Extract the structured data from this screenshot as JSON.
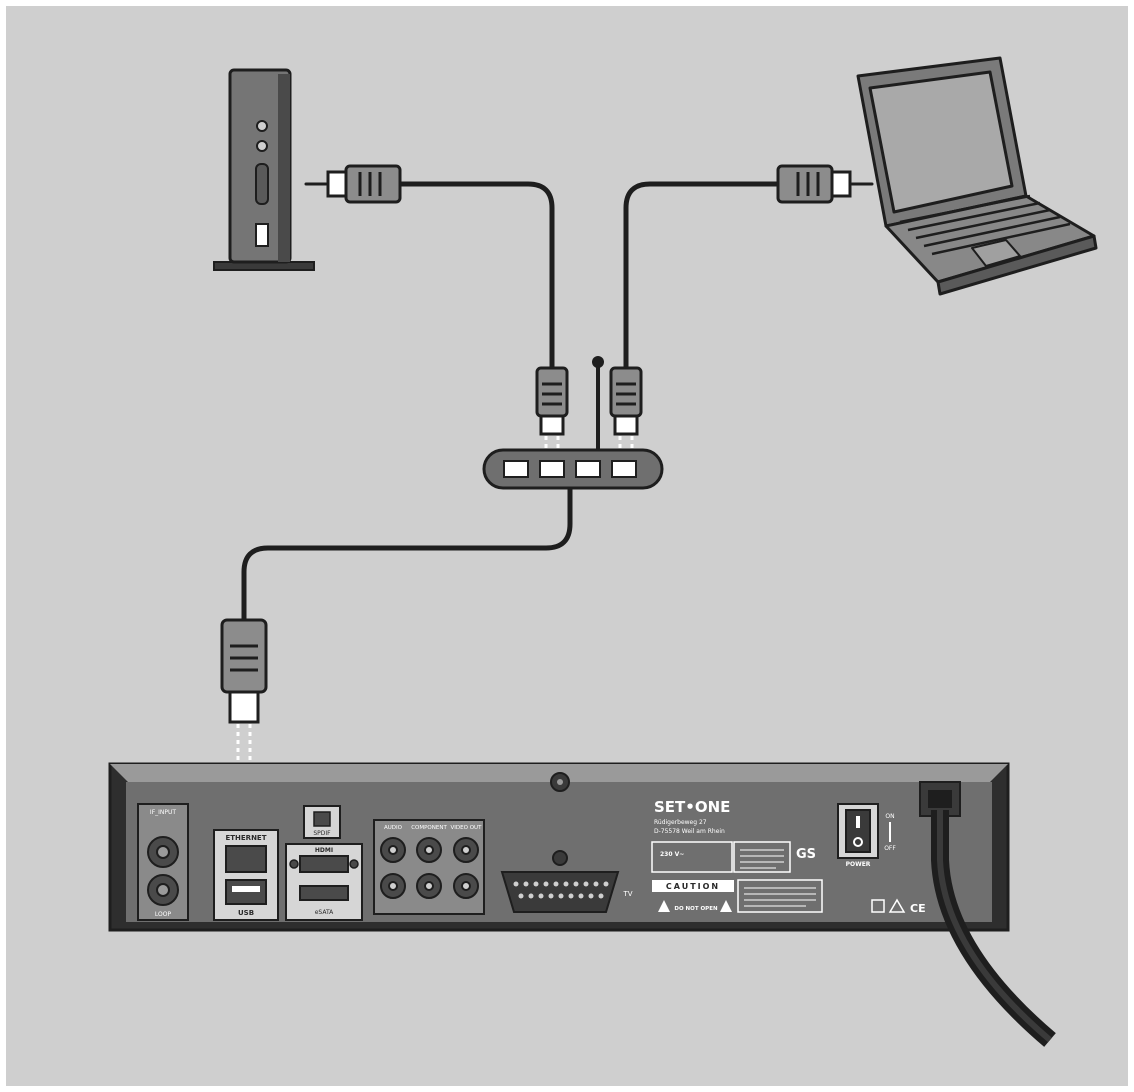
{
  "colors": {
    "background": "#cfcfcf",
    "device_fill": "#6f6f6f",
    "outline": "#1e1e1e",
    "cable": "#1e1e1e",
    "plug": "#8c8c8c",
    "port": "#ffffff"
  },
  "devices": {
    "network_storage": {
      "icon": "nas-tower-icon"
    },
    "laptop": {
      "icon": "laptop-icon"
    },
    "router": {
      "icon": "router-icon"
    },
    "receiver": {
      "icon": "receiver-back-panel-icon"
    }
  },
  "receiver_panel": {
    "brand": "SET•ONE",
    "address_line1": "Rüdigerbeweg 27",
    "address_line2": "D-75578 Weil am Rhein",
    "ports": {
      "ethernet": "ETHERNET",
      "usb": "USB",
      "hdmi": "HDMI",
      "spdif": "SPDIF",
      "esata": "eSATA",
      "audio": "AUDIO",
      "component": "COMPONENT",
      "video_out": "VIDEO OUT",
      "rf_input": "IF_INPUT",
      "loop": "LOOP",
      "tv": "TV",
      "power": "POWER",
      "on": "ON",
      "off": "OFF"
    },
    "caution_title": "CAUTION",
    "caution_text": "DO NOT OPEN",
    "voltage": "230 V~",
    "marks": [
      "GS",
      "CE"
    ]
  }
}
